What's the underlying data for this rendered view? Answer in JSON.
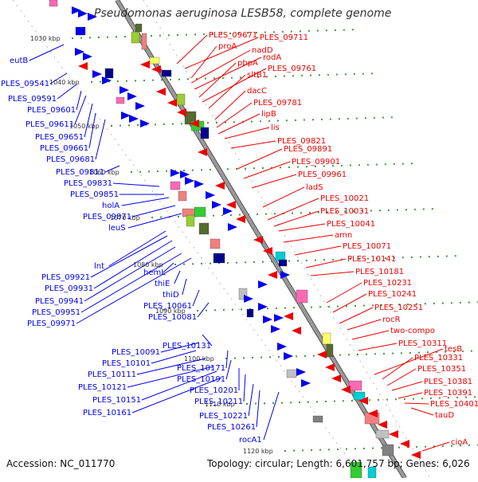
{
  "title": "Pseudomonas aeruginosa LESB58, complete genome",
  "footer": {
    "accession": "Accession: NC_011770",
    "summary": "Topology: circular; Length: 6,601,757 bp; Genes: 6,026"
  },
  "colors": {
    "forward": "#0000ee",
    "reverse": "#ee0000",
    "backbone": "#999999",
    "tick_line": "#3a9a3a"
  },
  "ticks": [
    "1030 kbp",
    "1040 kbp",
    "1050 kbp",
    "1060 kbp",
    "1070 kbp",
    "1080 kbp",
    "1090 kbp",
    "1100 kbp",
    "1110 kbp",
    "1120 kbp"
  ],
  "left_labels": [
    "eutB",
    "PLES_09541",
    "PLES_09591",
    "PLES_09601",
    "PLES_09611",
    "PLES_09651",
    "PLES_09661",
    "PLES_09681",
    "PLES_09811",
    "PLES_09831",
    "PLES_09851",
    "holA",
    "PLES_09871",
    "leuS",
    "lnt",
    "PLES_09921",
    "PLES_09931",
    "PLES_09941",
    "PLES_09951",
    "PLES_09971",
    "hemL",
    "thiE",
    "thiD",
    "PLES_10061",
    "PLES_10081",
    "PLES_10131",
    "PLES_10091",
    "PLES_10101",
    "PLES_10111",
    "PLES_10121",
    "PLES_10151",
    "PLES_10161",
    "PLES_10171",
    "PLES_10191",
    "PLES_10201",
    "PLES_10211",
    "PLES_10221",
    "PLES_10261",
    "rocA1"
  ],
  "right_labels": [
    "PLES_09671",
    "PLES_09711",
    "proA",
    "nadD",
    "rodA",
    "pbpA",
    "PLES_09761",
    "sltB1",
    "dacC",
    "PLES_09781",
    "lipB",
    "lis",
    "PLES_09821",
    "PLES_09891",
    "PLES_09901",
    "PLES_09961",
    "ladS",
    "PLES_10021",
    "PLES_10031",
    "PLES_10041",
    "amn",
    "PLES_10071",
    "PLES_10141",
    "PLES_10181",
    "PLES_10231",
    "PLES_10241",
    "PLES_10251",
    "rocR",
    "two-compo",
    "PLES_10311",
    "tesB",
    "PLES_10331",
    "PLES_10351",
    "PLES_10381",
    "PLES_10391",
    "PLES_10401",
    "tauD",
    "cioA"
  ]
}
